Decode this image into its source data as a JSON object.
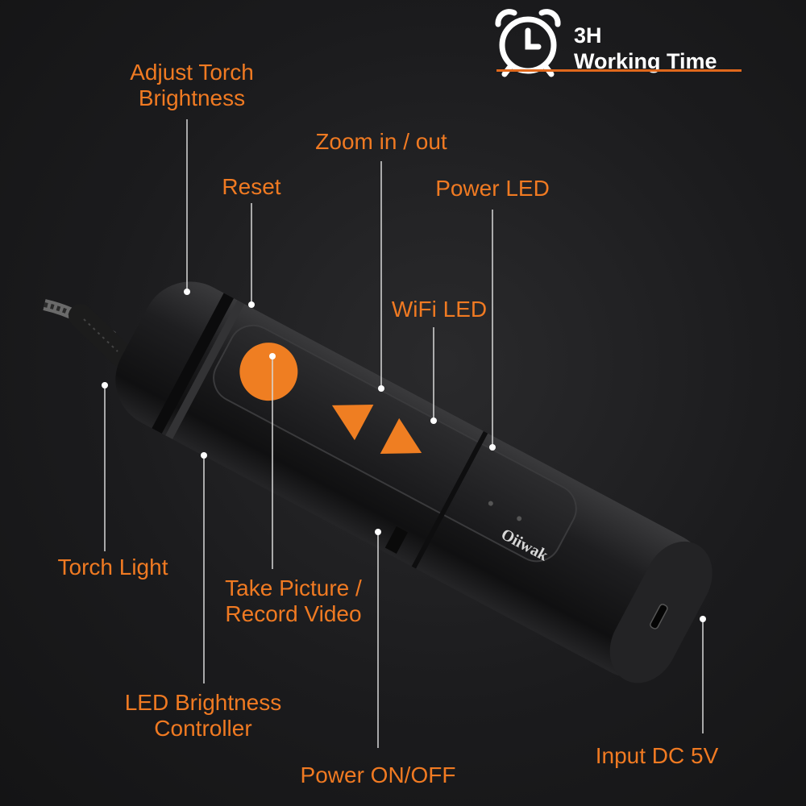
{
  "badge": {
    "icon": "alarm-clock-icon",
    "value": "3H",
    "text": "Working Time"
  },
  "brand": "Oiiwak",
  "accent_color": "#f07a22",
  "callouts": {
    "adjust_torch": [
      "Adjust Torch",
      "Brightness"
    ],
    "reset": "Reset",
    "zoom": "Zoom in / out",
    "power_led": "Power LED",
    "wifi_led": "WiFi LED",
    "torch_light": "Torch Light",
    "take_picture": [
      "Take Picture /",
      "Record Video"
    ],
    "led_brightness": [
      "LED Brightness",
      "Controller"
    ],
    "power_onoff": "Power ON/OFF",
    "input_dc": "Input DC 5V"
  }
}
